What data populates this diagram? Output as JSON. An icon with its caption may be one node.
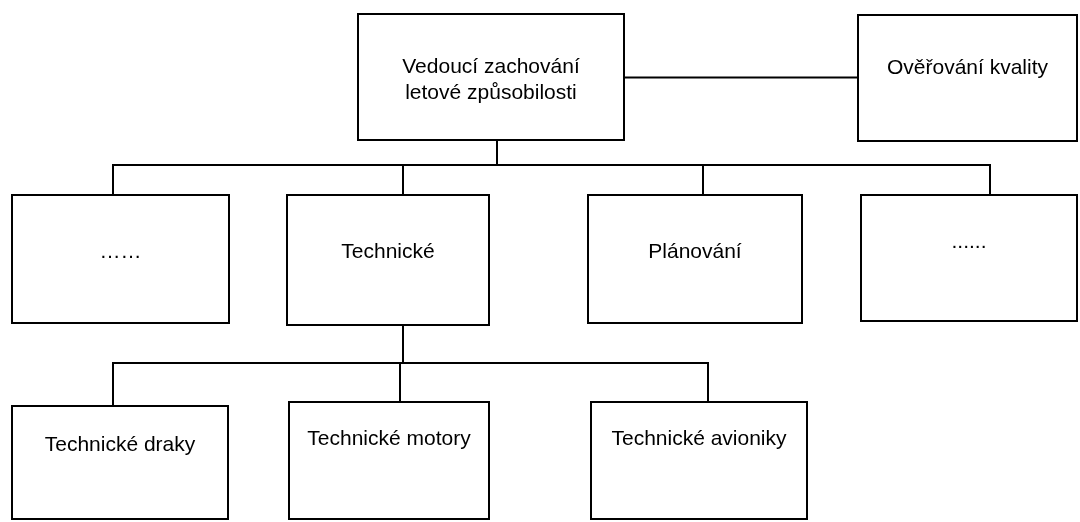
{
  "diagram": {
    "nodes": [
      {
        "text": [
          "Vedoucí zachování letové způsobilosti"
        ]
      },
      {
        "text": [
          "Ověřování kvality"
        ]
      },
      {
        "text": [
          "……"
        ]
      },
      {
        "text": [
          "Technické"
        ]
      },
      {
        "text": [
          "Plánování"
        ]
      },
      {
        "text": [
          "......"
        ]
      },
      {
        "text": [
          "Technické draky"
        ]
      },
      {
        "text": [
          "Technické motory"
        ]
      },
      {
        "text": [
          "Technické avioniky"
        ]
      }
    ],
    "edges": [
      {
        "from": 0,
        "to": 1,
        "arrow": "none"
      },
      {
        "from": 0,
        "to": 2,
        "arrow": "none"
      },
      {
        "from": 0,
        "to": 3,
        "arrow": "none"
      },
      {
        "from": 0,
        "to": 4,
        "arrow": "none"
      },
      {
        "from": 0,
        "to": 5,
        "arrow": "none"
      },
      {
        "from": 3,
        "to": 6,
        "arrow": "none"
      },
      {
        "from": 3,
        "to": 7,
        "arrow": "none"
      },
      {
        "from": 3,
        "to": 8,
        "arrow": "none"
      }
    ]
  }
}
